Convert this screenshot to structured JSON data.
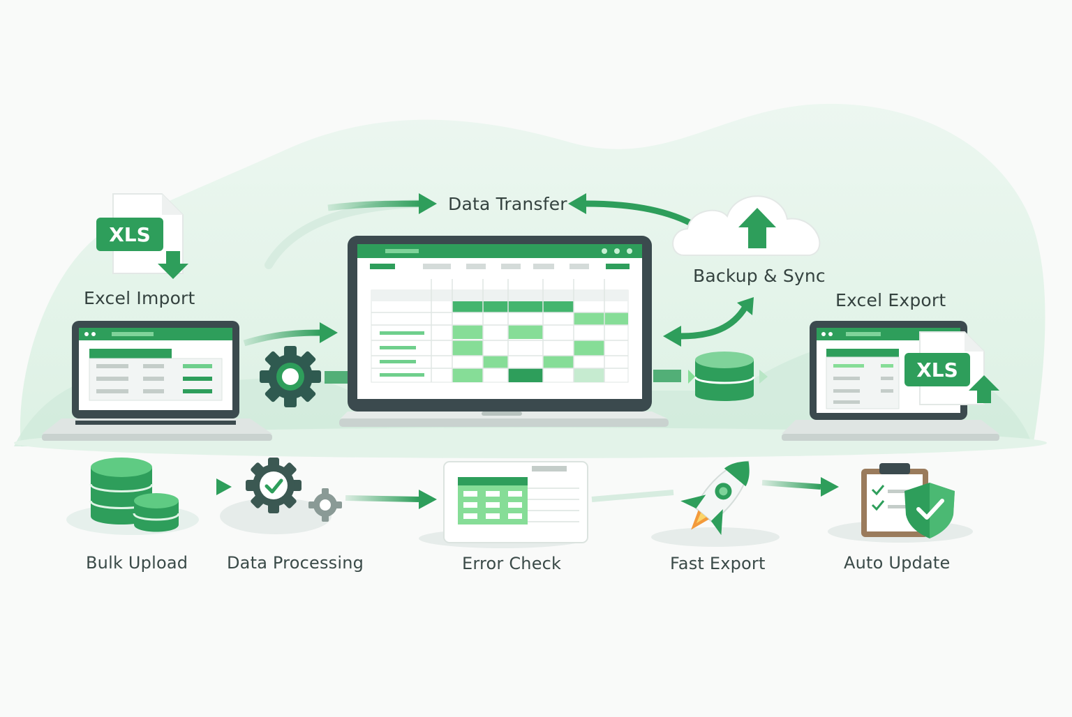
{
  "colors": {
    "brand_green": "#2e9e5b",
    "light_green": "#86dd97",
    "pale_green": "#dff1e6",
    "frame_dark": "#3b4a4e",
    "text": "#3a4a48"
  },
  "top": {
    "data_transfer": "Data Transfer",
    "excel_import": "Excel Import",
    "backup_sync": "Backup & Sync",
    "excel_export": "Excel Export",
    "xls_badge_import": "XLS",
    "xls_badge_export": "XLS"
  },
  "icons": {
    "import_file": "xls-download-file-icon",
    "export_file": "xls-upload-file-icon",
    "cloud": "cloud-upload-icon",
    "gear": "gear-icon",
    "database": "database-icon"
  },
  "bottom": {
    "steps": [
      {
        "label": "Bulk Upload",
        "icon": "database-stack-icon"
      },
      {
        "label": "Data Processing",
        "icon": "gear-check-icon"
      },
      {
        "label": "Error Check",
        "icon": "spreadsheet-window-icon"
      },
      {
        "label": "Fast Export",
        "icon": "rocket-icon"
      },
      {
        "label": "Auto Update",
        "icon": "clipboard-shield-icon"
      }
    ]
  }
}
